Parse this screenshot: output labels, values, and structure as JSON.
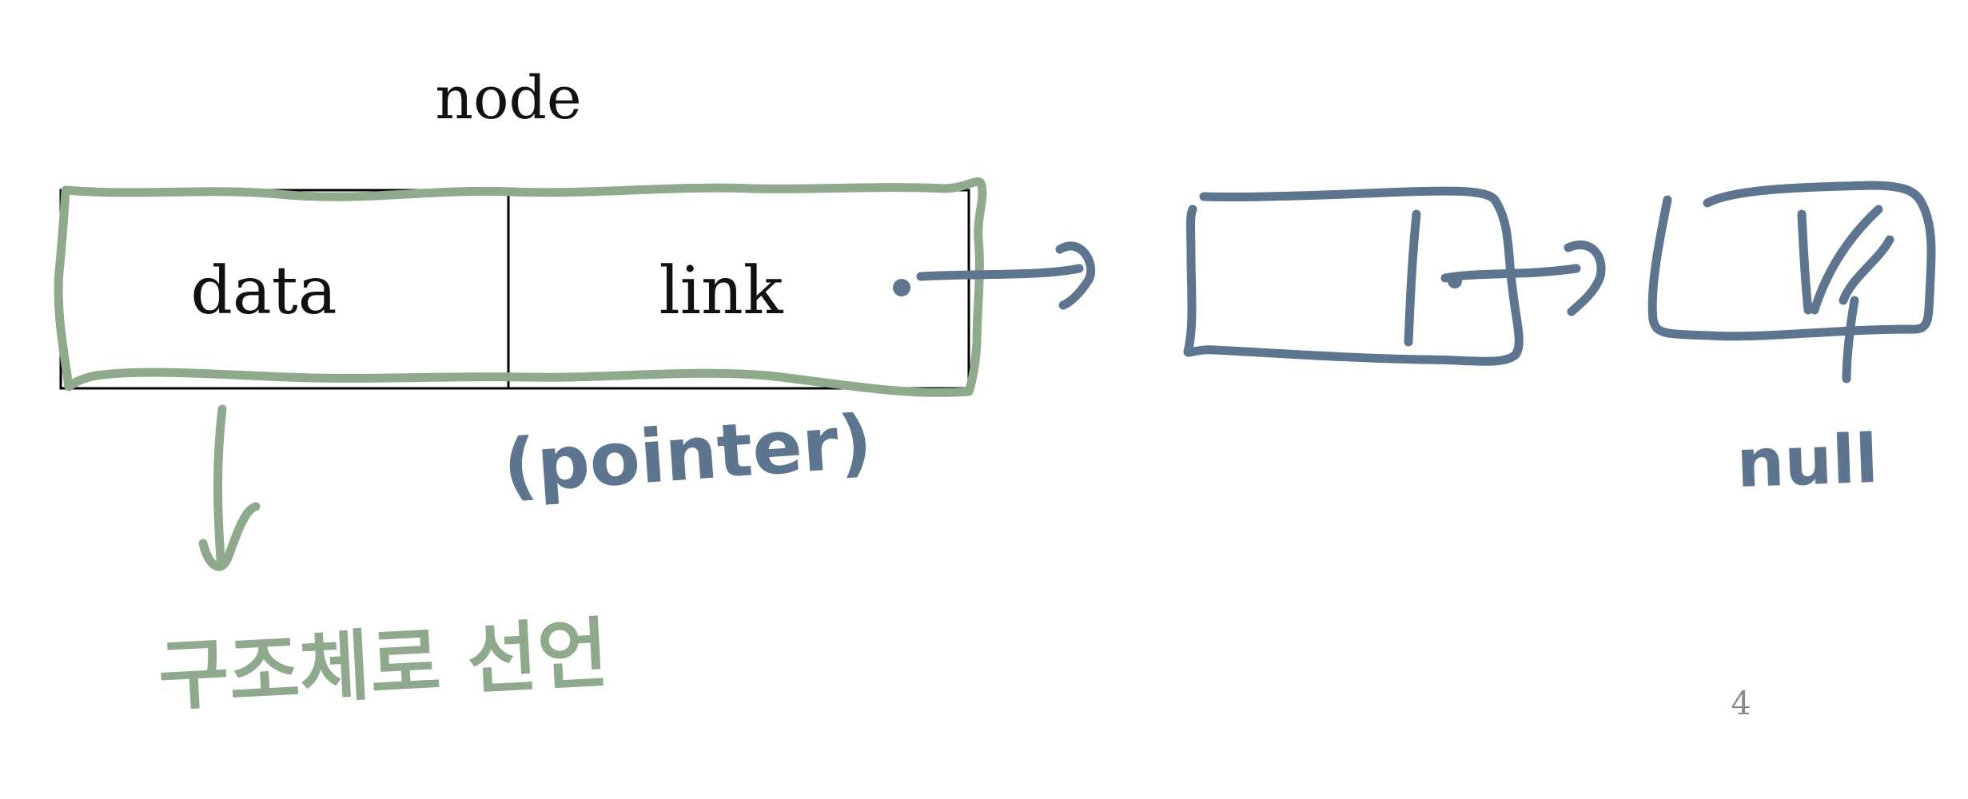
{
  "diagram": {
    "title": "node",
    "data_label": "data",
    "link_label": "link",
    "pointer_note": "(pointer)",
    "struct_note": "구조체로 선언",
    "null_note": "null",
    "page_number": "4"
  },
  "colors": {
    "background": "#ffffff",
    "box_outline": "#000000",
    "text": "#111111",
    "green_ink": "#8fa98c",
    "blue_ink": "#5e7590",
    "page_number": "#8a8a8a"
  }
}
